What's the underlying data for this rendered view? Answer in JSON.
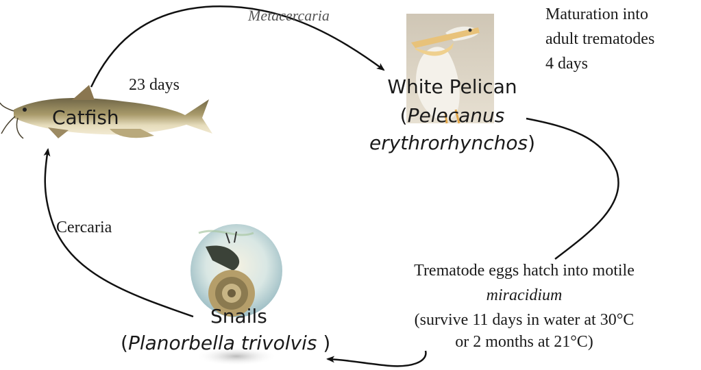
{
  "organisms": {
    "catfish": {
      "label": "Catfish"
    },
    "pelican": {
      "common": "White Pelican",
      "paren_open": "(",
      "genus": "Pelecanus",
      "species": "erythrorhynchos",
      "paren_close": ")"
    },
    "snails": {
      "common": "Snails",
      "paren_open": "(",
      "scientific": "Planorbella trivolvis",
      "paren_close": " )"
    }
  },
  "stages": {
    "metacercaria": "Metacercaria",
    "duration_catfish": "23 days",
    "maturation": [
      "Maturation into",
      "adult trematodes",
      "4 days"
    ],
    "eggs": {
      "line1": "Trematode eggs hatch into motile",
      "line2": "miracidium",
      "line3": "(survive 11 days in water at 30°C",
      "line4": "or 2 months at 21°C)"
    },
    "cercaria": "Cercaria"
  },
  "colors": {
    "arrow": "#111111",
    "catfish_body": "#a89a6a",
    "catfish_belly": "#efe4c4",
    "pelican_bg": "#d8cfc0",
    "snail_shell": "#b59e6a",
    "snail_bg": "#cfe0e4"
  }
}
